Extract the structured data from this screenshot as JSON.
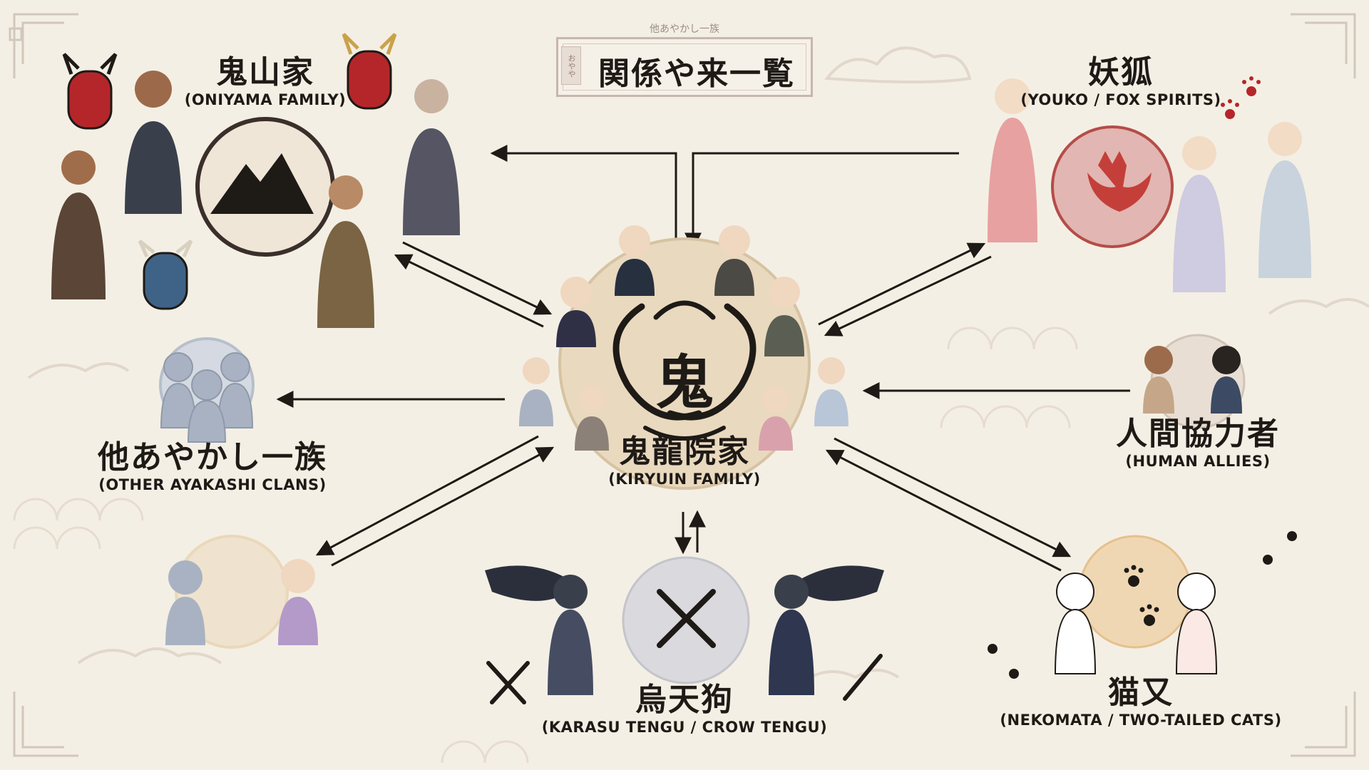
{
  "title": {
    "small_caption": "他あやかし一族",
    "tab_text": "おやや",
    "main": "関係や来一覧"
  },
  "center": {
    "emblem_char": "鬼",
    "name_jp": "鬼龍院家",
    "name_en": "(KIRYUIN FAMILY)"
  },
  "groups": {
    "oniyama": {
      "jp": "鬼山家",
      "en": "(ONIYAMA FAMILY)"
    },
    "youko": {
      "jp": "妖狐",
      "en": "(YOUKO / FOX SPIRITS)"
    },
    "other_clans": {
      "jp": "他あやかし一族",
      "en": "(OTHER AYAKASHI CLANS)"
    },
    "human_allies": {
      "jp": "人間協力者",
      "en": "(HUMAN ALLIES)"
    },
    "karasu": {
      "jp": "烏天狗",
      "en": "(KARASU TENGU / CROW TENGU)"
    },
    "nekomata": {
      "jp": "猫又",
      "en": "(NEKOMATA / TWO-TAILED CATS)"
    }
  },
  "colors": {
    "background": "#f4efe4",
    "center_disc": "#e9d9bf",
    "oniyama_disc": "#efe6d8",
    "youko_disc": "#e2b6b2",
    "other_disc": "#d5dae2",
    "human_disc": "#e8ded3",
    "karasu_disc": "#d9d9de",
    "neko_disc": "#f0d7b3",
    "gray_figure": "#a8b2c2",
    "purple_figure": "#b39ac9",
    "pink_figure": "#d9a1ac",
    "navy_figure": "#3c4a64",
    "ink": "#1e1a16"
  }
}
